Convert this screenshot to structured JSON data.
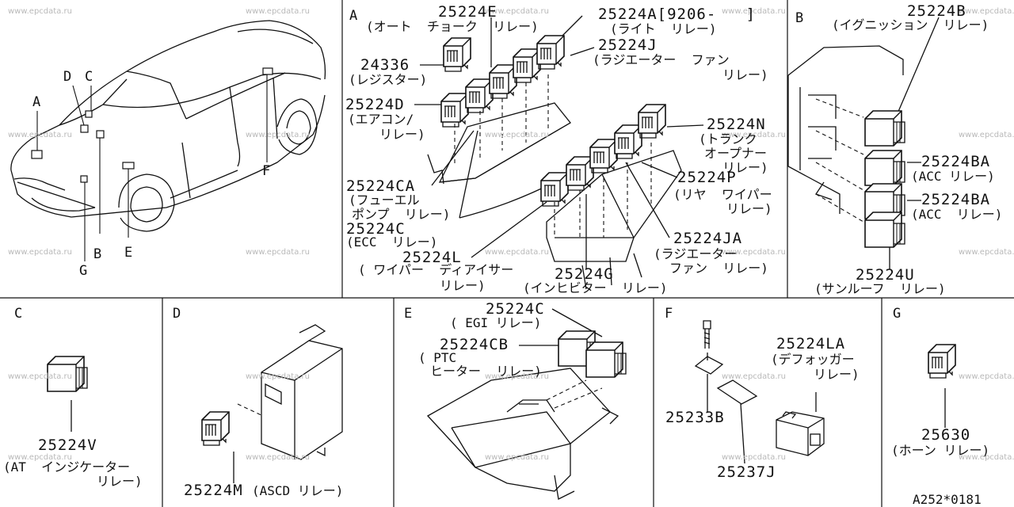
{
  "watermark": "www.epcdata.ru",
  "panels": {
    "car": {
      "callouts": [
        "A",
        "B",
        "C",
        "D",
        "E",
        "F",
        "G"
      ]
    },
    "A": {
      "title": "A",
      "parts": {
        "p25224E": {
          "number": "25224E",
          "desc": "(オート  チョーク  リレー)"
        },
        "p25224A": {
          "number": "25224A[9206-   ]",
          "desc": "(ライト  リレー)"
        },
        "p25224J": {
          "number": "25224J",
          "desc": "(ラジエーター  ファン",
          "desc2": "リレー)"
        },
        "p24336": {
          "number": "24336",
          "desc": "(レジスター)"
        },
        "p25224D": {
          "number": "25224D",
          "desc": "(エアコン/",
          "desc2": "リレー)"
        },
        "p25224N": {
          "number": "25224N",
          "desc": "(トランク",
          "desc2": "オープナー",
          "desc3": "リレー)"
        },
        "p25224P": {
          "number": "25224P",
          "desc": "(リヤ  ワイパー",
          "desc2": "リレー)"
        },
        "p25224CA": {
          "number": "25224CA",
          "desc": "(フューエル",
          "desc2": "ポンプ  リレー)"
        },
        "p25224C": {
          "number": "25224C",
          "desc": "(ECC  リレー)"
        },
        "p25224JA": {
          "number": "25224JA",
          "desc": "(ラジエーター",
          "desc2": "ファン  リレー)"
        },
        "p25224L": {
          "number": "25224L",
          "desc": "( ワイパー  ディアイサー",
          "desc2": "リレー)"
        },
        "p25224G": {
          "number": "25224G",
          "desc": "(インヒビター  リレー)"
        }
      }
    },
    "B": {
      "title": "B",
      "parts": {
        "p25224B": {
          "number": "25224B",
          "desc": "(イグニッション  リレー)"
        },
        "p25224BA1": {
          "number": "25224BA",
          "desc": "(ACC リレー)"
        },
        "p25224BA2": {
          "number": "25224BA",
          "desc": "(ACC  リレー)"
        },
        "p25224U": {
          "number": "25224U",
          "desc": "(サンルーフ  リレー)"
        }
      }
    },
    "C": {
      "title": "C",
      "parts": {
        "p25224V": {
          "number": "25224V",
          "desc": "(AT  インジケーター",
          "desc2": "リレー)"
        }
      }
    },
    "D": {
      "title": "D",
      "parts": {
        "p25224M": {
          "number": "25224M",
          "desc": "(ASCD リレー)"
        }
      }
    },
    "E": {
      "title": "E",
      "parts": {
        "p25224C": {
          "number": "25224C",
          "desc": "( EGI リレー)"
        },
        "p25224CB": {
          "number": "25224CB",
          "desc": "( PTC",
          "desc2": "ヒーター  リレー)"
        }
      }
    },
    "F": {
      "title": "F",
      "parts": {
        "p25224LA": {
          "number": "25224LA",
          "desc": "(デフォッガー",
          "desc2": "リレー)"
        },
        "p25233B": {
          "number": "25233B"
        },
        "p25237J": {
          "number": "25237J"
        }
      }
    },
    "G": {
      "title": "G",
      "parts": {
        "p25630": {
          "number": "25630",
          "desc": "(ホーン リレー)"
        }
      }
    }
  },
  "figure_code": "A252*0181"
}
